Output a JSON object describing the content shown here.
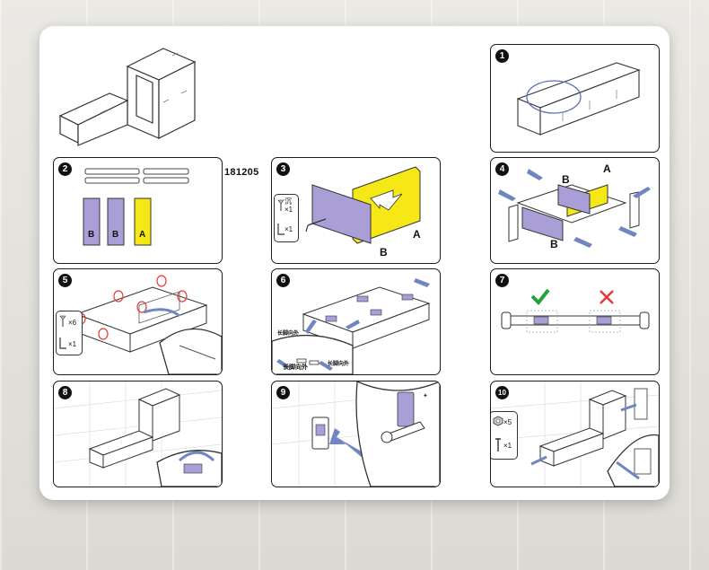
{
  "product_code": "181205",
  "colors": {
    "panel_b": "#a99ed6",
    "panel_a": "#f6e716",
    "arrow": "#6f86c2",
    "circle": "#e53935",
    "check": "#23a23a",
    "cross": "#e53935"
  },
  "steps": [
    {
      "number": "1"
    },
    {
      "number": "2",
      "labels": [
        "B",
        "B",
        "A"
      ]
    },
    {
      "number": "3",
      "legend": {
        "screw_label": "沉",
        "screw_count": "×1",
        "key_count": "×1"
      },
      "labels": [
        "A",
        "B"
      ]
    },
    {
      "number": "4",
      "labels": [
        "B",
        "A",
        "B"
      ]
    },
    {
      "number": "5",
      "legend": {
        "screw_count": "×6",
        "key_count": "×1"
      }
    },
    {
      "number": "6",
      "notes": [
        "长脚向外",
        "长脚向外",
        "长脚向外"
      ]
    },
    {
      "number": "7",
      "correct_icon": "check-icon",
      "wrong_icon": "cross-icon"
    },
    {
      "number": "8"
    },
    {
      "number": "9"
    },
    {
      "number": "10",
      "legend": {
        "nut_count": "×5",
        "wrench_count": "×1"
      }
    }
  ]
}
